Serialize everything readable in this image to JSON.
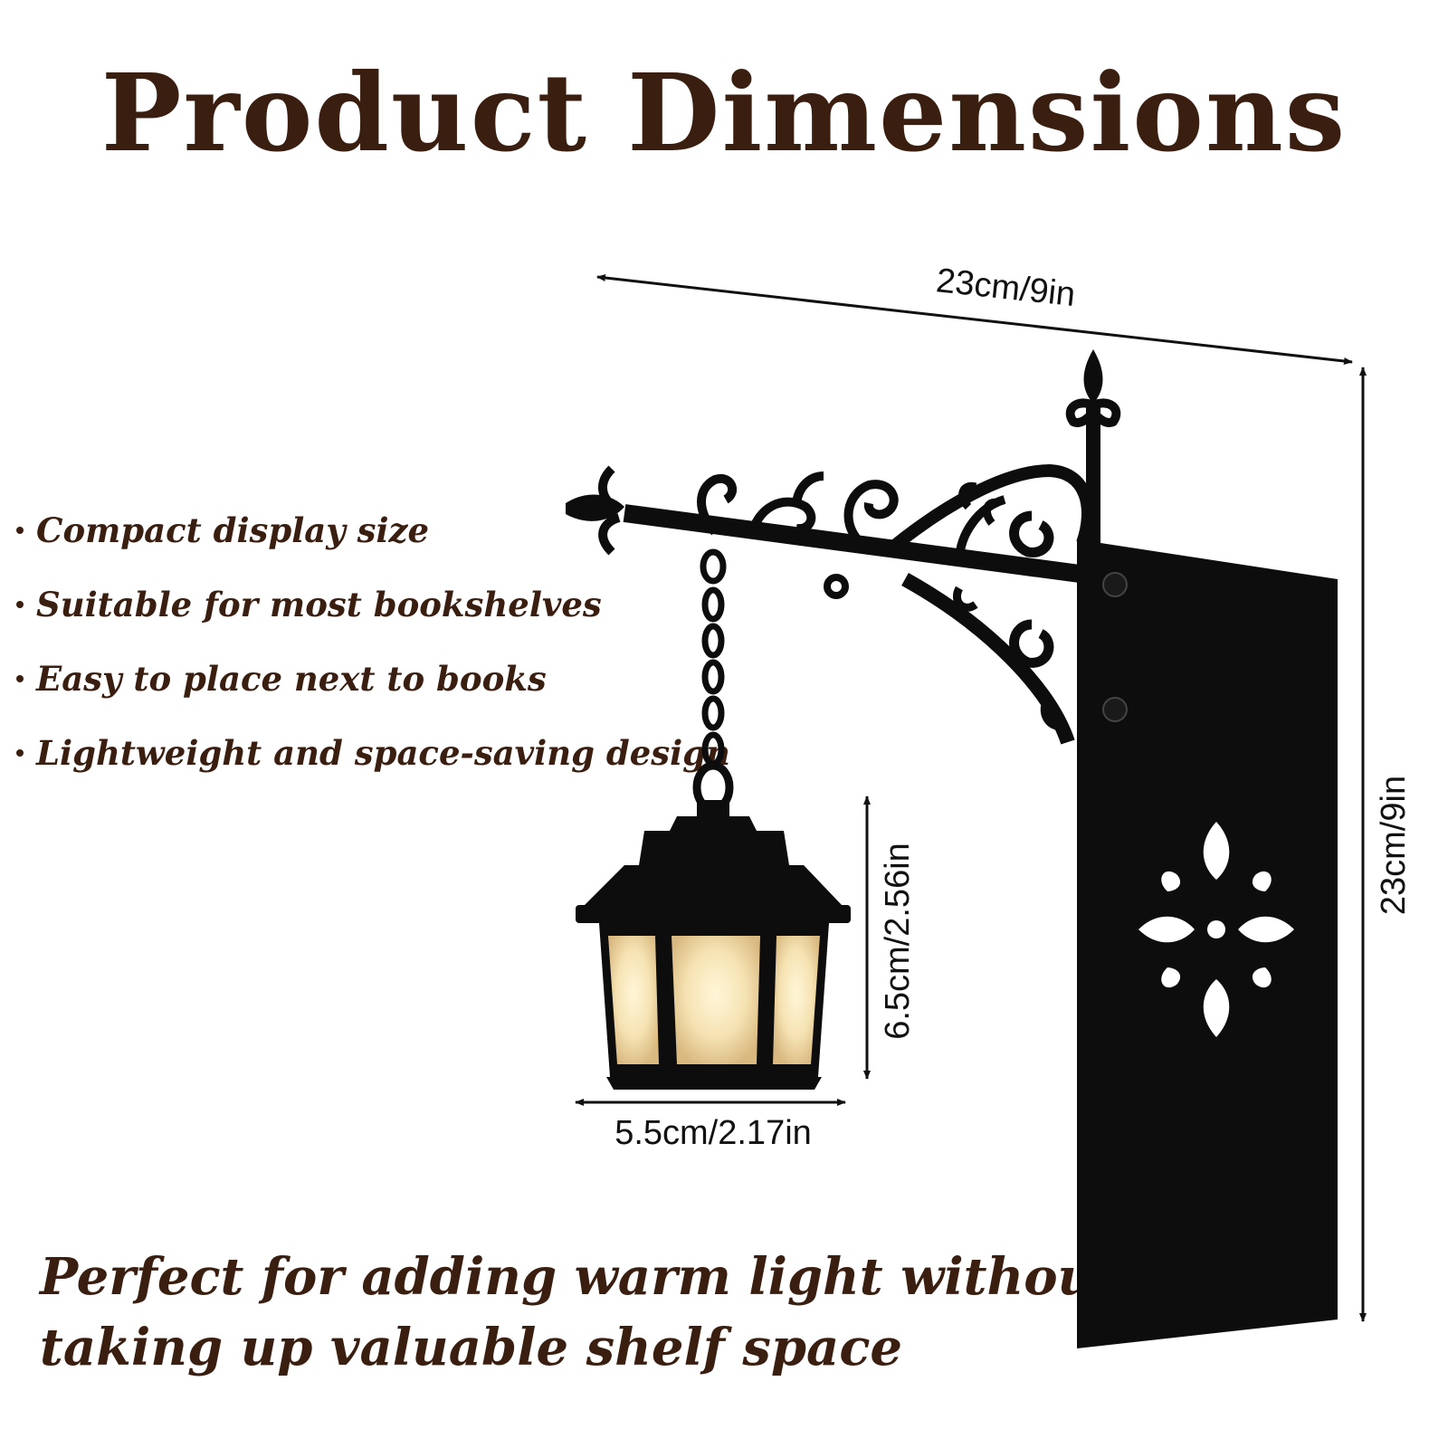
{
  "title": "Product Dimensions",
  "features": [
    "Compact display size",
    "Suitable for most bookshelves",
    "Easy to place next to books",
    "Lightweight and space-saving design"
  ],
  "tagline": {
    "line1": "Perfect for adding warm light without",
    "line2": "taking up valuable shelf space"
  },
  "dimensions": {
    "bracket_width": "23cm/9in",
    "bracket_height": "23cm/9in",
    "lantern_height": "6.5cm/2.56in",
    "lantern_width": "5.5cm/2.17in"
  },
  "colors": {
    "text_brown": "#3a1e0f",
    "metal_black": "#0d0d0d",
    "glass_warm": "#f6e3b4"
  }
}
